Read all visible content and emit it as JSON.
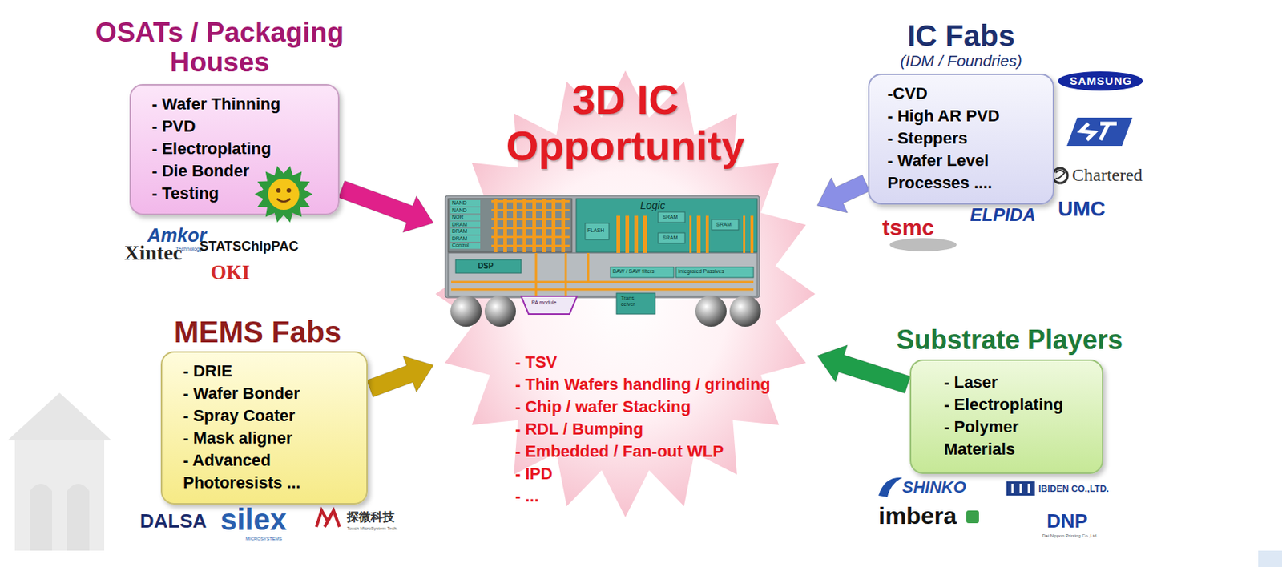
{
  "diagram": {
    "nodes": [
      {
        "text": [
          "OSATs / Packaging Houses",
          "- Wafer Thinning",
          "- PVD",
          "- Electroplating",
          "- Die Bonder",
          "- Testing"
        ]
      },
      {
        "text": [
          "3D IC Opportunity",
          "- TSV",
          "- Thin Wafers handling / grinding",
          "- Chip / wafer Stacking",
          "- RDL / Bumping",
          "- Embedded / Fan-out WLP",
          "- IPD",
          "- ..."
        ]
      },
      {
        "text": [
          "IC Fabs",
          "(IDM / Foundries)",
          "-CVD",
          "- High AR PVD",
          "- Steppers",
          "- Wafer Level Processes ...."
        ]
      },
      {
        "text": [
          "MEMS Fabs",
          "- DRIE",
          "- Wafer Bonder",
          "- Spray Coater",
          "- Mask aligner",
          "- Advanced Photoresists ..."
        ]
      },
      {
        "text": [
          "Substrate Players",
          "- Laser",
          "- Electroplating",
          "- Polymer Materials"
        ]
      }
    ],
    "edges": [
      {
        "from": 0,
        "to": 1,
        "arrow": "to"
      },
      {
        "from": 2,
        "to": 1,
        "arrow": "to"
      },
      {
        "from": 3,
        "to": 1,
        "arrow": "to"
      },
      {
        "from": 4,
        "to": 1,
        "arrow": "to"
      }
    ],
    "labels": [
      "Amkor",
      "Technology",
      "Xintec",
      "STATSChipPAC",
      "OKI",
      "SAMSUNG",
      "Chartered",
      "UMC",
      "tsmc",
      "ELPIDA",
      "NAND",
      "NAND",
      "NOR",
      "DRAM",
      "DRAM",
      "DRAM",
      "Control",
      "Logic",
      "FLASH",
      "SRAM",
      "SRAM",
      "SRAM",
      "DSP",
      "BAW / SAW filters",
      "Integrated Passives",
      "PA module",
      "Trans ceiver",
      "DALSA",
      "silex",
      "MICROSYSTEMS",
      "探微科技",
      "Touch MicroSystem Tech.",
      "SHINKO",
      "IBIDEN CO.,LTD.",
      "imbera",
      "DNP",
      "Dai Nippon Printing Co.,Ltd."
    ]
  }
}
